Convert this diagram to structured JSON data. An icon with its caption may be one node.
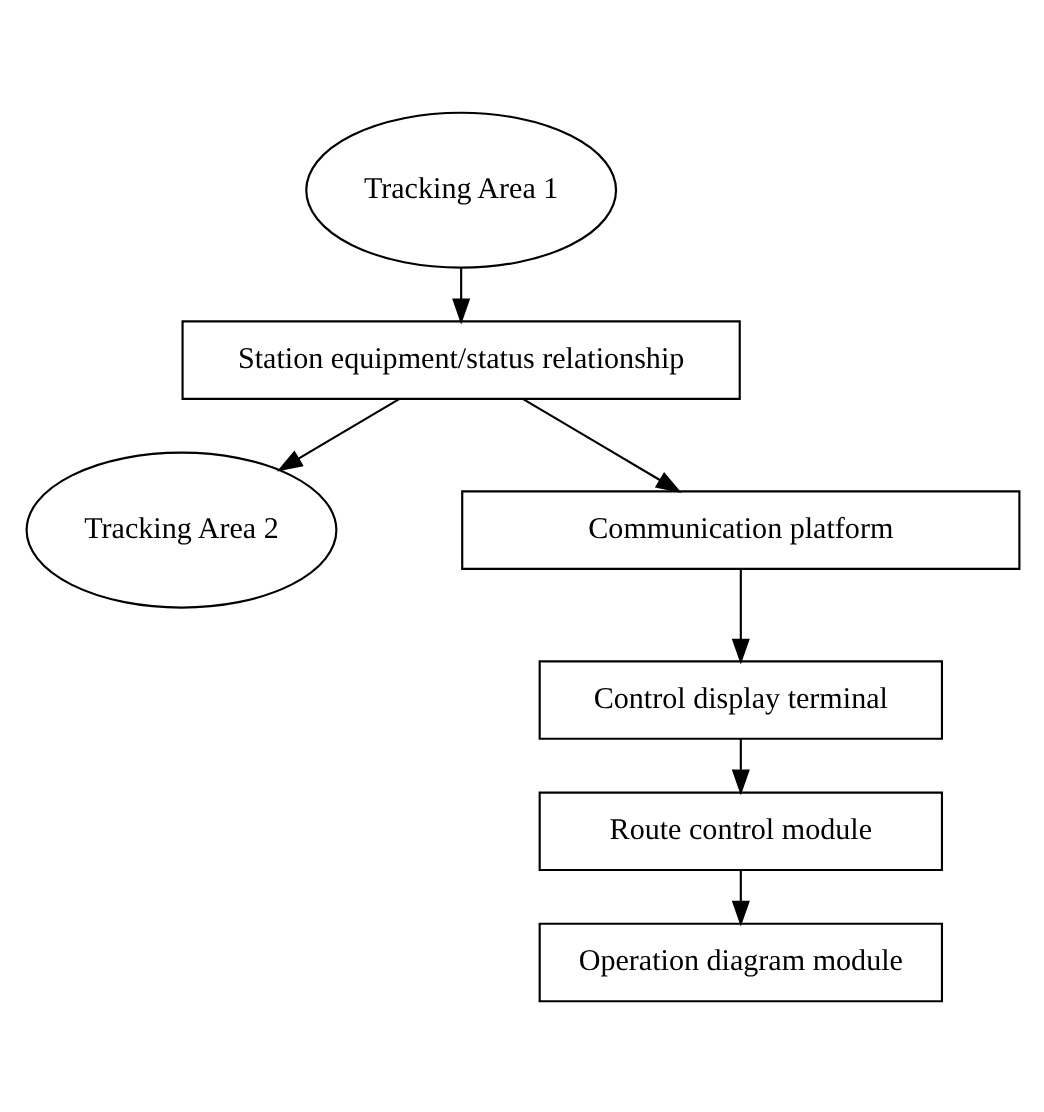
{
  "diagram": {
    "nodes": [
      {
        "text": [
          "Tracking Area 1"
        ]
      },
      {
        "text": [
          "Tracking Area 2"
        ]
      },
      {
        "text": [
          "Station equipment/status relationship"
        ]
      },
      {
        "text": [
          "Communication platform"
        ]
      },
      {
        "text": [
          "Control display terminal"
        ]
      },
      {
        "text": [
          "Route control module"
        ]
      },
      {
        "text": [
          "Operation diagram module"
        ]
      }
    ],
    "edges": [
      {
        "from": 0,
        "to": 2,
        "arrow": "to"
      },
      {
        "from": 2,
        "to": 1,
        "arrow": "to"
      },
      {
        "from": 2,
        "to": 3,
        "arrow": "to"
      },
      {
        "from": 3,
        "to": 4,
        "arrow": "to"
      },
      {
        "from": 4,
        "to": 5,
        "arrow": "to"
      },
      {
        "from": 5,
        "to": 6,
        "arrow": "to"
      }
    ]
  }
}
